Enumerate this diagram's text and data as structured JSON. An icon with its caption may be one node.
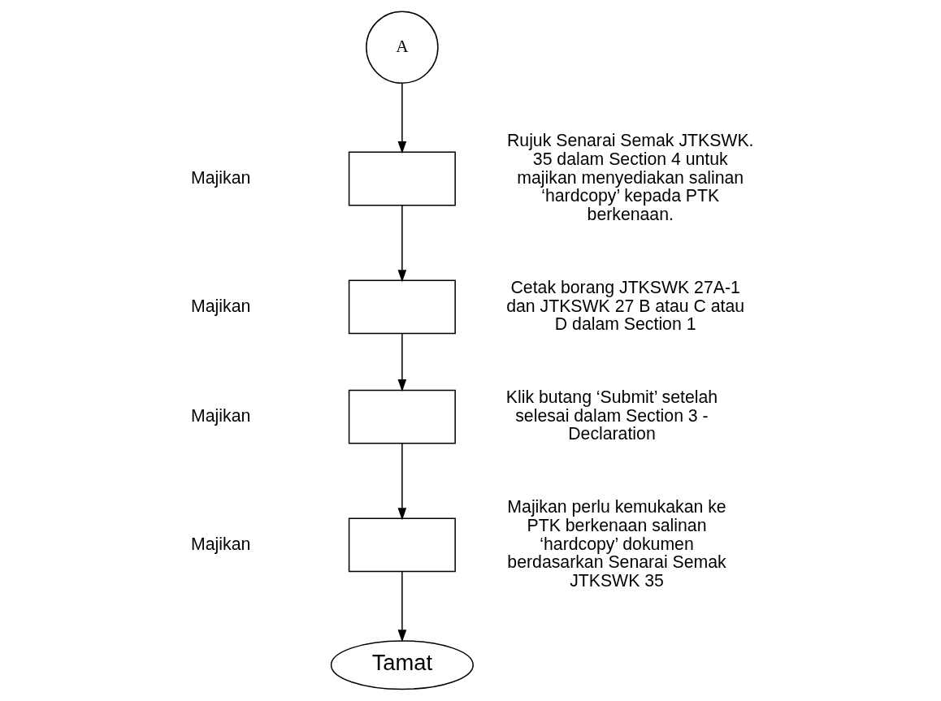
{
  "diagram": {
    "nodes": [
      {
        "text": [
          "A"
        ]
      },
      {
        "text": [],
        "shape": "box",
        "beside": [
          "Rujuk Senarai Semak JTKSWK. 35 dalam Section 4 untuk majikan menyediakan salinan ‘hardcopy’ kepada PTK berkenaan."
        ]
      },
      {
        "text": [],
        "shape": "box",
        "beside": [
          "Cetak borang JTKSWK 27A-1 dan JTKSWK 27 B atau C atau D dalam Section 1"
        ]
      },
      {
        "text": [],
        "shape": "box",
        "beside": [
          "Klik butang ‘Submit’ setelah selesai dalam Section 3 - Declaration"
        ]
      },
      {
        "text": [],
        "shape": "box",
        "beside": [
          "Majikan perlu kemukakan ke PTK berkenaan salinan ‘hardcopy’ dokumen berdasarkan Senarai Semak JTKSWK 35"
        ]
      },
      {
        "text": [
          "Tamat"
        ]
      }
    ],
    "edges": [
      {
        "from": 0,
        "to": 1,
        "arrow": "to"
      },
      {
        "from": 1,
        "to": 2,
        "arrow": "to"
      },
      {
        "from": 2,
        "to": 3,
        "arrow": "to"
      },
      {
        "from": 3,
        "to": 4,
        "arrow": "to"
      },
      {
        "from": 4,
        "to": 5,
        "arrow": "to"
      }
    ],
    "labels": [
      "Majikan",
      "Majikan",
      "Majikan",
      "Majikan"
    ]
  }
}
